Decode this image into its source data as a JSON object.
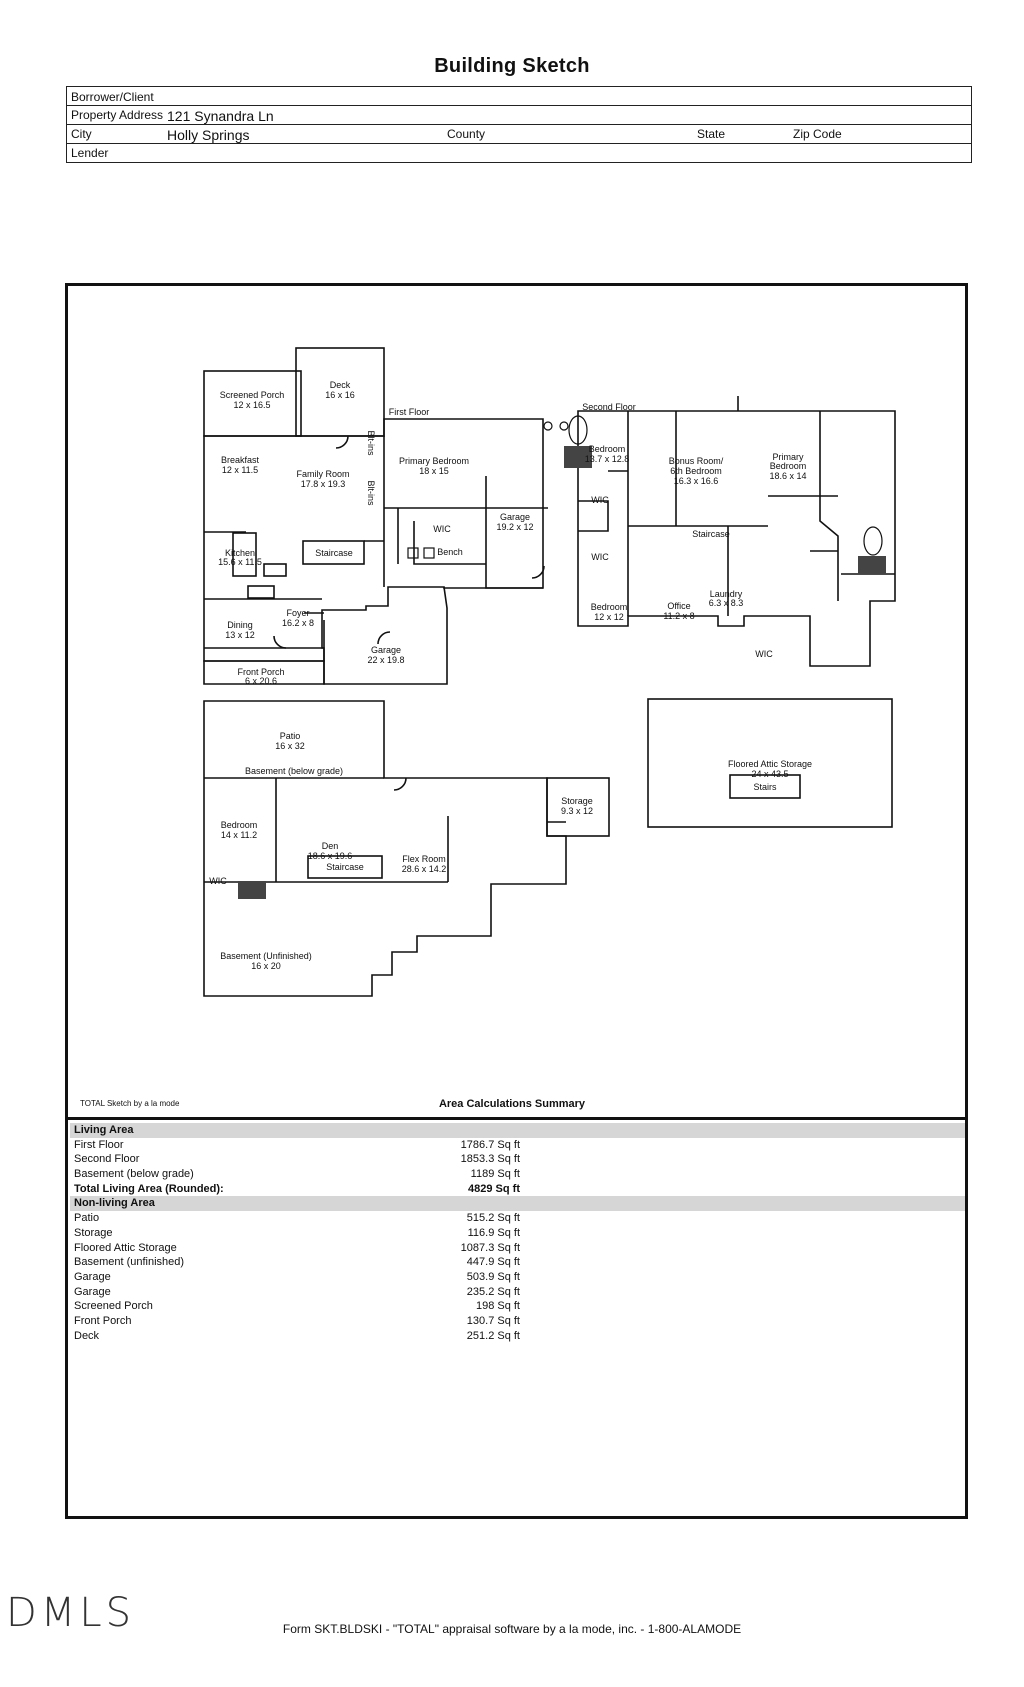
{
  "header": {
    "title": "Building Sketch",
    "borrower_label": "Borrower/Client",
    "borrower_value": "",
    "address_label": "Property Address",
    "address_value": "121 Synandra Ln",
    "city_label": "City",
    "city_value": "Holly Springs",
    "county_label": "County",
    "state_label": "State",
    "zip_label": "Zip Code",
    "lender_label": "Lender"
  },
  "plan": {
    "first_floor": "First Floor",
    "second_floor": "Second Floor",
    "basement": "Basement (below grade)",
    "rooms": {
      "screened_porch": [
        "Screened Porch",
        "12 x 16.5"
      ],
      "deck": [
        "Deck",
        "16 x 16"
      ],
      "breakfast": [
        "Breakfast",
        "12 x 11.5"
      ],
      "family_room": [
        "Family Room",
        "17.8 x 19.3"
      ],
      "primary_bedroom_1": [
        "Primary Bedroom",
        "18 x 15"
      ],
      "kitchen": [
        "Kitchen",
        "15.6 x 11.5"
      ],
      "staircase_1": "Staircase",
      "wic_1": "WIC",
      "bench": "Bench",
      "garage_1": [
        "Garage",
        "19.2 x 12"
      ],
      "foyer": [
        "Foyer",
        "16.2 x 8"
      ],
      "dining": [
        "Dining",
        "13 x 12"
      ],
      "garage_2": [
        "Garage",
        "22 x 19.8"
      ],
      "front_porch": [
        "Front Porch",
        "6 x 20.6"
      ],
      "built_in_1": "Blt-ins",
      "built_in_2": "Blt-ins",
      "bedroom_a": [
        "Bedroom",
        "13.7 x 12.8"
      ],
      "bonus_room": [
        "Bonus Room/",
        "6th Bedroom",
        "16.3 x 16.6"
      ],
      "primary_bedroom_2": [
        "Primary",
        "Bedroom",
        "18.6 x 14"
      ],
      "wic_2": "WIC",
      "wic_3": "WIC",
      "staircase_2": "Staircase",
      "bedroom_b": [
        "Bedroom",
        "12 x 12"
      ],
      "office": [
        "Office",
        "11.2 x 8"
      ],
      "laundry": [
        "Laundry",
        "6.3 x 8.3"
      ],
      "wic_4": "WIC",
      "patio": [
        "Patio",
        "16 x 32"
      ],
      "storage": [
        "Storage",
        "9.3 x 12"
      ],
      "bedroom_c": [
        "Bedroom",
        "14 x 11.2"
      ],
      "den": [
        "Den",
        "18.6 x 19.6"
      ],
      "flex_room": [
        "Flex Room",
        "28.6 x 14.2"
      ],
      "wic_5": "WIC",
      "staircase_3": "Staircase",
      "basement_unfinished": [
        "Basement (Unfinished)",
        "16 x 20"
      ],
      "attic": [
        "Floored Attic Storage",
        "24 x 43.5"
      ],
      "stairs": "Stairs"
    }
  },
  "summary": {
    "sketch_credit": "TOTAL Sketch by a la mode",
    "title": "Area Calculations Summary",
    "living_header": "Living Area",
    "living": [
      {
        "label": "First Floor",
        "value": "1786.7 Sq ft"
      },
      {
        "label": "Second Floor",
        "value": "1853.3 Sq ft"
      },
      {
        "label": "Basement (below grade)",
        "value": "1189 Sq ft"
      }
    ],
    "total_label": "Total Living Area (Rounded):",
    "total_value": "4829 Sq ft",
    "nonliving_header": "Non-living Area",
    "nonliving": [
      {
        "label": "Patio",
        "value": "515.2 Sq ft"
      },
      {
        "label": "Storage",
        "value": "116.9 Sq ft"
      },
      {
        "label": "Floored Attic Storage",
        "value": "1087.3 Sq ft"
      },
      {
        "label": "Basement (unfinished)",
        "value": "447.9 Sq ft"
      },
      {
        "label": "Garage",
        "value": "503.9 Sq ft"
      },
      {
        "label": "Garage",
        "value": "235.2 Sq ft"
      },
      {
        "label": "Screened Porch",
        "value": "198 Sq ft"
      },
      {
        "label": "Front Porch",
        "value": "130.7 Sq ft"
      },
      {
        "label": "Deck",
        "value": "251.2 Sq ft"
      }
    ]
  },
  "footer": {
    "logo": "DMLS",
    "form_text": "Form SKT.BLDSKI - \"TOTAL\" appraisal software by a la mode, inc. - 1-800-ALAMODE"
  }
}
